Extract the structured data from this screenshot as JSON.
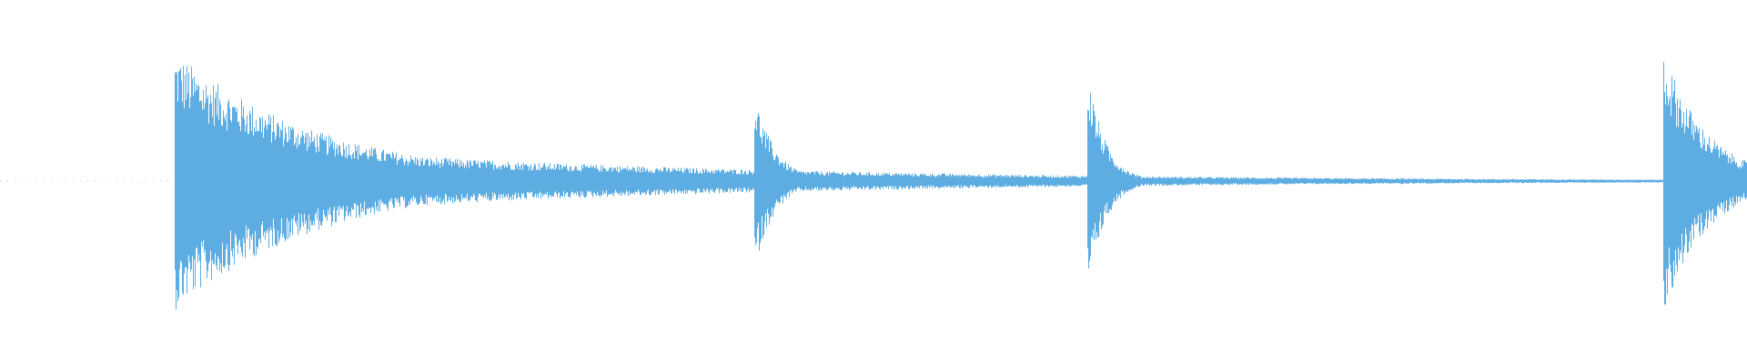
{
  "waveform": {
    "color": "#5dade2",
    "background": "#ffffff",
    "transients": [
      {
        "at": 0.1,
        "peak": 0.98,
        "decay": 0.085,
        "sustain": 0.32
      },
      {
        "at": 0.4318,
        "peak": 0.66,
        "decay": 0.012,
        "sustain": 0.08
      },
      {
        "at": 0.6224,
        "peak": 0.85,
        "decay": 0.01,
        "sustain": 0.06
      },
      {
        "at": 0.9521,
        "peak": 1.0,
        "decay": 0.025,
        "sustain": 0.14
      }
    ],
    "minor_blips": [
      {
        "at": 0.2026,
        "peak": 0.07
      },
      {
        "at": 0.4844,
        "peak": 0.06
      },
      {
        "at": 0.7396,
        "peak": 0.02
      },
      {
        "at": 0.8021,
        "peak": 0.03
      }
    ],
    "tail_noise": 0.05
  }
}
